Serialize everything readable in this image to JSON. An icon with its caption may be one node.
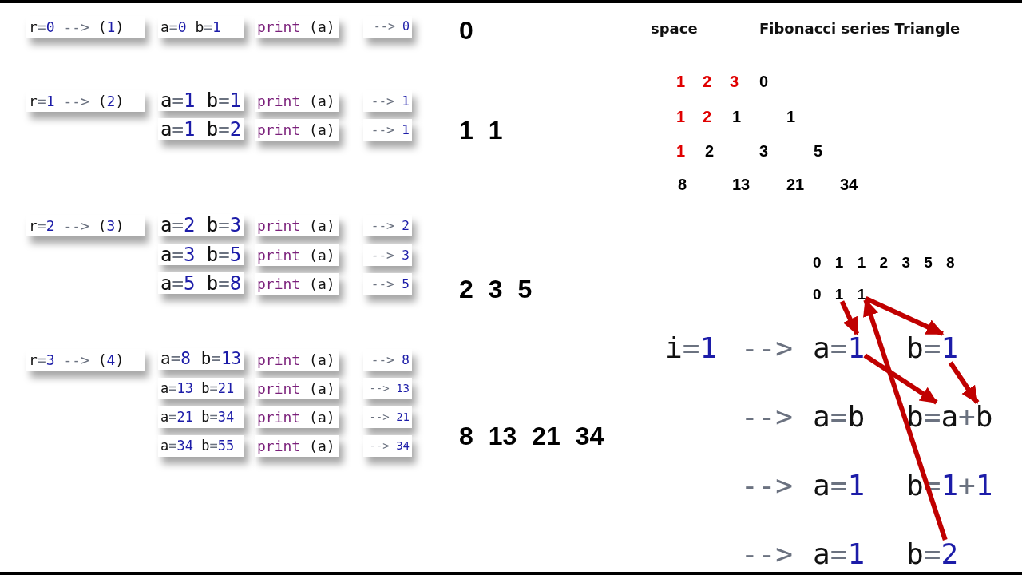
{
  "diagram": {
    "nodes": [
      {
        "text": [
          "r=0 --> (1)"
        ]
      },
      {
        "text": [
          "a=0 b=1"
        ]
      },
      {
        "text": [
          "print (a)"
        ]
      },
      {
        "text": [
          "--> 0"
        ]
      },
      {
        "text": [
          "r=1 --> (2)"
        ]
      },
      {
        "text": [
          "a=1 b=1"
        ]
      },
      {
        "text": [
          "print (a)"
        ]
      },
      {
        "text": [
          "--> 1"
        ]
      },
      {
        "text": [
          "a=1 b=2"
        ]
      },
      {
        "text": [
          "print (a)"
        ]
      },
      {
        "text": [
          "--> 1"
        ]
      },
      {
        "text": [
          "r=2 --> (3)"
        ]
      },
      {
        "text": [
          "a=2 b=3"
        ]
      },
      {
        "text": [
          "print (a)"
        ]
      },
      {
        "text": [
          "--> 2"
        ]
      },
      {
        "text": [
          "a=3 b=5"
        ]
      },
      {
        "text": [
          "print (a)"
        ]
      },
      {
        "text": [
          "--> 3"
        ]
      },
      {
        "text": [
          "a=5 b=8"
        ]
      },
      {
        "text": [
          "print (a)"
        ]
      },
      {
        "text": [
          "--> 5"
        ]
      },
      {
        "text": [
          "r=3 --> (4)"
        ]
      },
      {
        "text": [
          "a=8 b=13"
        ]
      },
      {
        "text": [
          "print (a)"
        ]
      },
      {
        "text": [
          "--> 8"
        ]
      },
      {
        "text": [
          "a=13 b=21"
        ]
      },
      {
        "text": [
          "print (a)"
        ]
      },
      {
        "text": [
          "--> 13"
        ]
      },
      {
        "text": [
          "a=21 b=34"
        ]
      },
      {
        "text": [
          "print (a)"
        ]
      },
      {
        "text": [
          "--> 21"
        ]
      },
      {
        "text": [
          "a=34 b=55"
        ]
      },
      {
        "text": [
          "print (a)"
        ]
      },
      {
        "text": [
          "--> 34"
        ]
      },
      {
        "text": [
          "0 1 1 2 3 5 8"
        ]
      },
      {
        "text": [
          "0 1 1"
        ]
      },
      {
        "text": [
          "a=1"
        ]
      },
      {
        "text": [
          "b=1"
        ]
      },
      {
        "text": [
          "a=b"
        ]
      },
      {
        "text": [
          "b=a+b"
        ]
      },
      {
        "text": [
          "a=1"
        ]
      },
      {
        "text": [
          "b=1+1"
        ]
      },
      {
        "text": [
          "a=1"
        ]
      },
      {
        "text": [
          "b=2"
        ]
      }
    ],
    "edges": [
      {
        "from": 35,
        "to": 36,
        "arrow": "to"
      },
      {
        "from": 35,
        "to": 37,
        "arrow": "to"
      },
      {
        "from": 36,
        "to": 39,
        "arrow": "to"
      },
      {
        "from": 37,
        "to": 39,
        "arrow": "to"
      },
      {
        "from": 43,
        "to": 35,
        "arrow": "to"
      }
    ],
    "labels": [
      "0",
      "1 1",
      "2 3 5",
      "8 13 21 34",
      "space",
      "Fibonacci series Triangle",
      "1",
      "2",
      "3",
      "0",
      "1",
      "2",
      "1",
      "1",
      "1",
      "2",
      "3",
      "5",
      "8",
      "13",
      "21",
      "34",
      "i=1",
      "-->",
      "-->",
      "-->",
      "-->"
    ]
  }
}
